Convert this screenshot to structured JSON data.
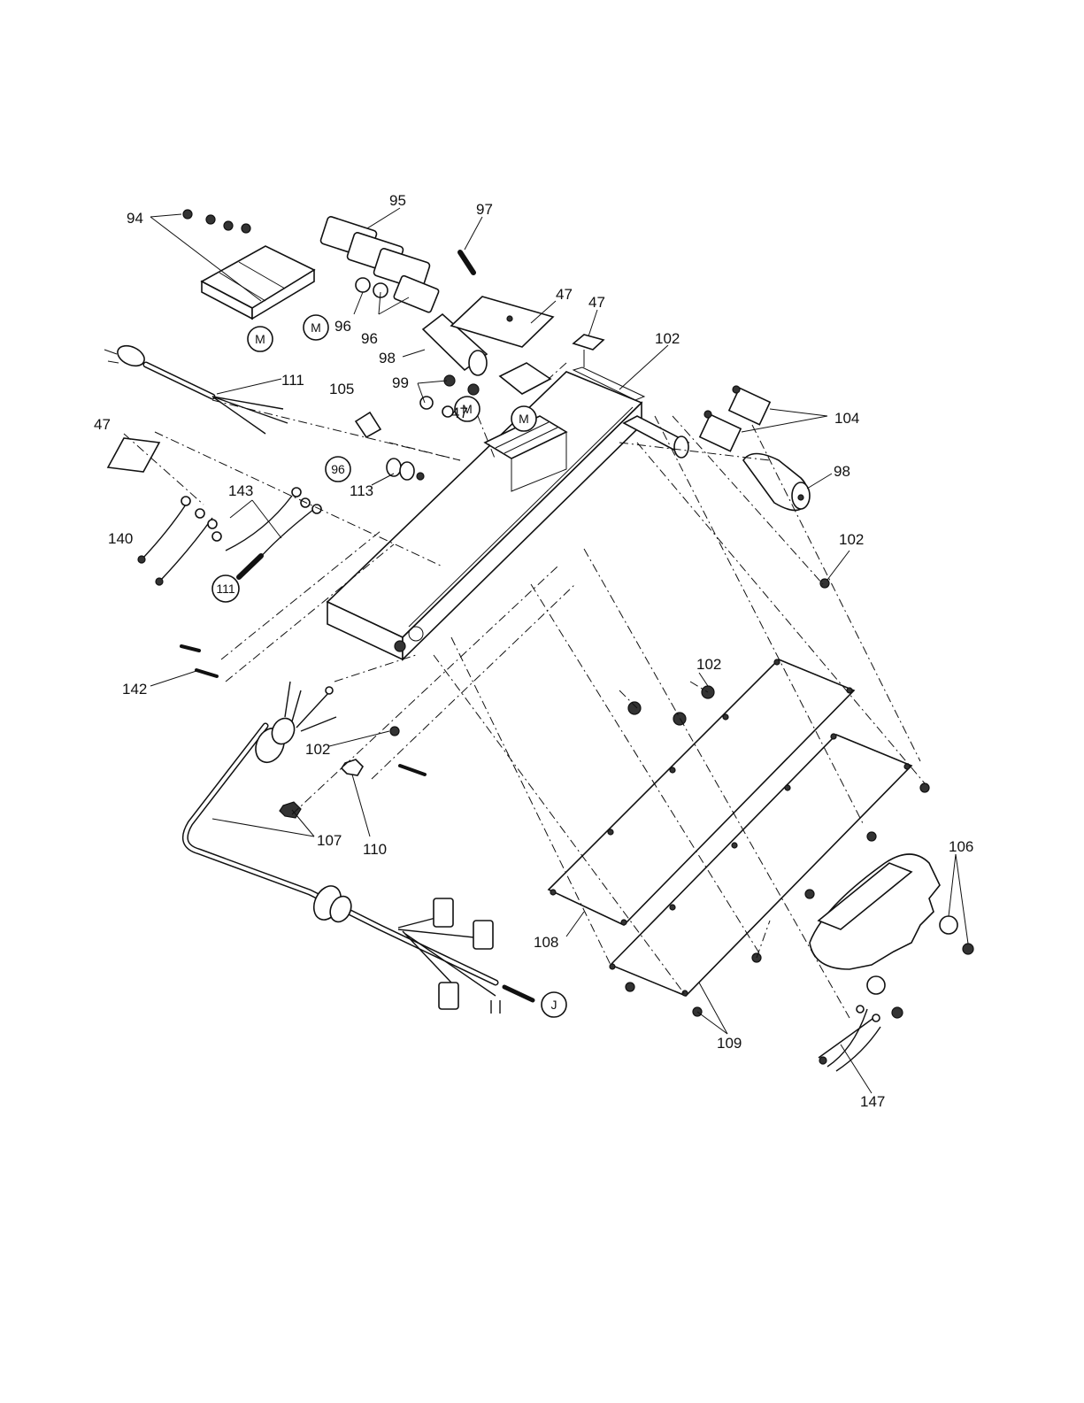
{
  "diagram": {
    "callouts": {
      "c94": "94",
      "c95": "95",
      "c97": "97",
      "c47a": "47",
      "c47b": "47",
      "c96a": "96",
      "c96b": "96",
      "c102a": "102",
      "c98a": "98",
      "c111": "111",
      "c47c": "47",
      "c105": "105",
      "c99": "99",
      "c47d": "47",
      "c104": "104",
      "c98b": "98",
      "c113": "113",
      "c143": "143",
      "c140": "140",
      "c102b": "102",
      "c142": "142",
      "c102c": "102",
      "c102d": "102",
      "c107": "107",
      "c110": "110",
      "c106": "106",
      "c108": "108",
      "c109": "109",
      "c147": "147"
    },
    "circled": {
      "m1": "M",
      "m2": "M",
      "m3": "M",
      "m4": "M",
      "r96": "96",
      "r111": "111",
      "rJ": "J"
    },
    "colors": {
      "ink": "#111111",
      "paper": "#ffffff"
    }
  }
}
